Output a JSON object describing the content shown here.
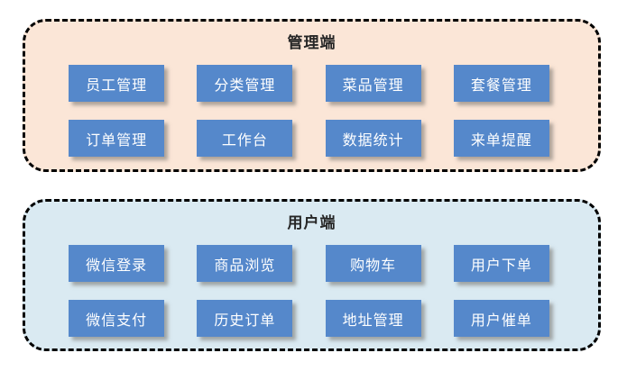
{
  "colors": {
    "admin_panel_background": "#fbe6d7",
    "user_panel_background": "#daeaf2",
    "button_background": "#5588cb",
    "button_text": "#ffffff",
    "panel_border": "#000000",
    "title_text": "#262626"
  },
  "panels": [
    {
      "id": "admin",
      "title": "管理端",
      "buttons": [
        "员工管理",
        "分类管理",
        "菜品管理",
        "套餐管理",
        "订单管理",
        "工作台",
        "数据统计",
        "来单提醒"
      ]
    },
    {
      "id": "user",
      "title": "用户端",
      "buttons": [
        "微信登录",
        "商品浏览",
        "购物车",
        "用户下单",
        "微信支付",
        "历史订单",
        "地址管理",
        "用户催单"
      ]
    }
  ]
}
